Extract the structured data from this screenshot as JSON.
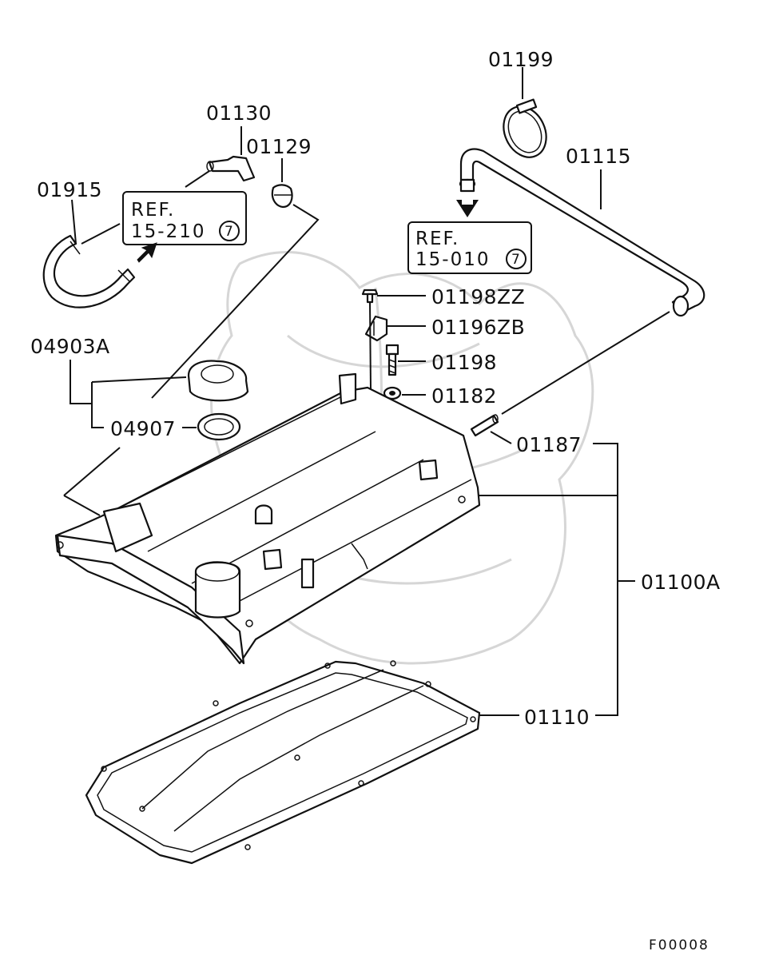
{
  "diagram_code": "F00008",
  "references": [
    {
      "line1": "REF.",
      "line2": "15-210",
      "circle": "7"
    },
    {
      "line1": "REF.",
      "line2": "15-010",
      "circle": "7"
    }
  ],
  "parts": {
    "p01199": "01199",
    "p01130": "01130",
    "p01129": "01129",
    "p01115": "01115",
    "p01915": "01915",
    "p01198ZZ": "01198ZZ",
    "p01196ZB": "01196ZB",
    "p01198": "01198",
    "p01182": "01182",
    "p04903A": "04903A",
    "p04907": "04907",
    "p01187": "01187",
    "p01100A": "01100A",
    "p01110": "01110"
  }
}
